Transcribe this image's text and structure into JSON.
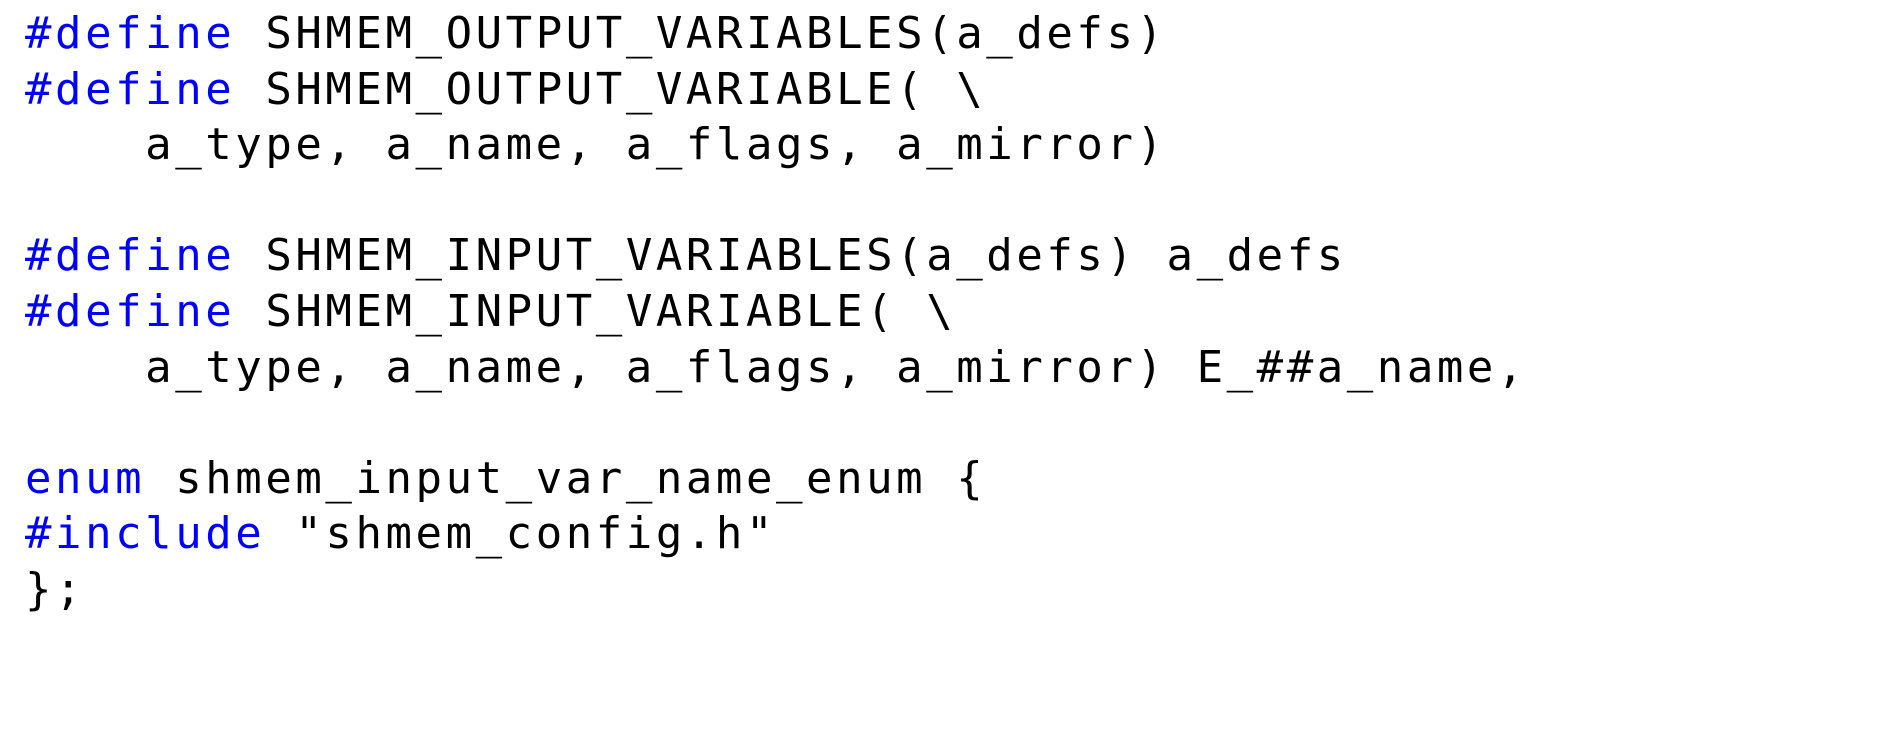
{
  "document": {
    "kind": "source-code-listing",
    "language": "C",
    "background_color": "#ffffff",
    "keyword_color": "#0000ff",
    "text_color": "#000000"
  },
  "code": {
    "lines": [
      {
        "index": 1,
        "keyword": "#define",
        "rest": " SHMEM_OUTPUT_VARIABLES(a_defs)",
        "full_text": "#define SHMEM_OUTPUT_VARIABLES(a_defs)"
      },
      {
        "index": 2,
        "keyword": "#define",
        "rest": " SHMEM_OUTPUT_VARIABLE( \\",
        "full_text": "#define SHMEM_OUTPUT_VARIABLE( \\"
      },
      {
        "index": 3,
        "keyword": "",
        "rest": "    a_type, a_name, a_flags, a_mirror)",
        "full_text": "    a_type, a_name, a_flags, a_mirror)"
      },
      {
        "index": 4,
        "keyword": "",
        "rest": "",
        "full_text": ""
      },
      {
        "index": 5,
        "keyword": "#define",
        "rest": " SHMEM_INPUT_VARIABLES(a_defs) a_defs",
        "full_text": "#define SHMEM_INPUT_VARIABLES(a_defs) a_defs"
      },
      {
        "index": 6,
        "keyword": "#define",
        "rest": " SHMEM_INPUT_VARIABLE( \\",
        "full_text": "#define SHMEM_INPUT_VARIABLE( \\"
      },
      {
        "index": 7,
        "keyword": "",
        "rest": "    a_type, a_name, a_flags, a_mirror) E_##a_name,",
        "full_text": "    a_type, a_name, a_flags, a_mirror) E_##a_name,"
      },
      {
        "index": 8,
        "keyword": "",
        "rest": "",
        "full_text": ""
      },
      {
        "index": 9,
        "keyword": "enum",
        "rest": " shmem_input_var_name_enum {",
        "full_text": "enum shmem_input_var_name_enum {"
      },
      {
        "index": 10,
        "keyword": "#include",
        "rest": " \"shmem_config.h\"",
        "full_text": "#include \"shmem_config.h\""
      },
      {
        "index": 11,
        "keyword": "",
        "rest": "};",
        "full_text": "};"
      }
    ]
  }
}
